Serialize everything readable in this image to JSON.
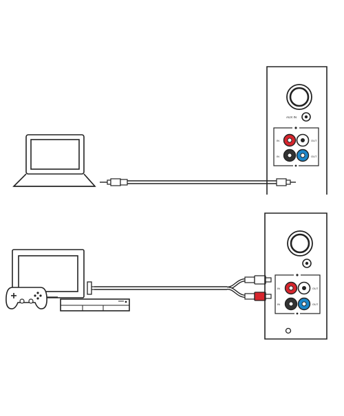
{
  "colors": {
    "line": "#222222",
    "red": "#d7262e",
    "blue": "#1c86c8",
    "white_jack": "#ffffff",
    "black_jack": "#333333",
    "background": "#ffffff"
  },
  "speaker_top": {
    "aux_label": "AUX IN",
    "jack_labels": [
      "IN",
      "IN",
      "OUT",
      "OUT"
    ]
  },
  "speaker_bottom": {
    "jack_labels": [
      "IN",
      "IN",
      "OUT",
      "OUT"
    ]
  },
  "icons": {
    "laptop": "laptop-icon",
    "tv": "tv-icon",
    "gamepad": "gamepad-icon",
    "console": "game-console-icon",
    "cable_35mm": "aux-cable-icon",
    "rca_cable": "rca-cable-icon"
  }
}
